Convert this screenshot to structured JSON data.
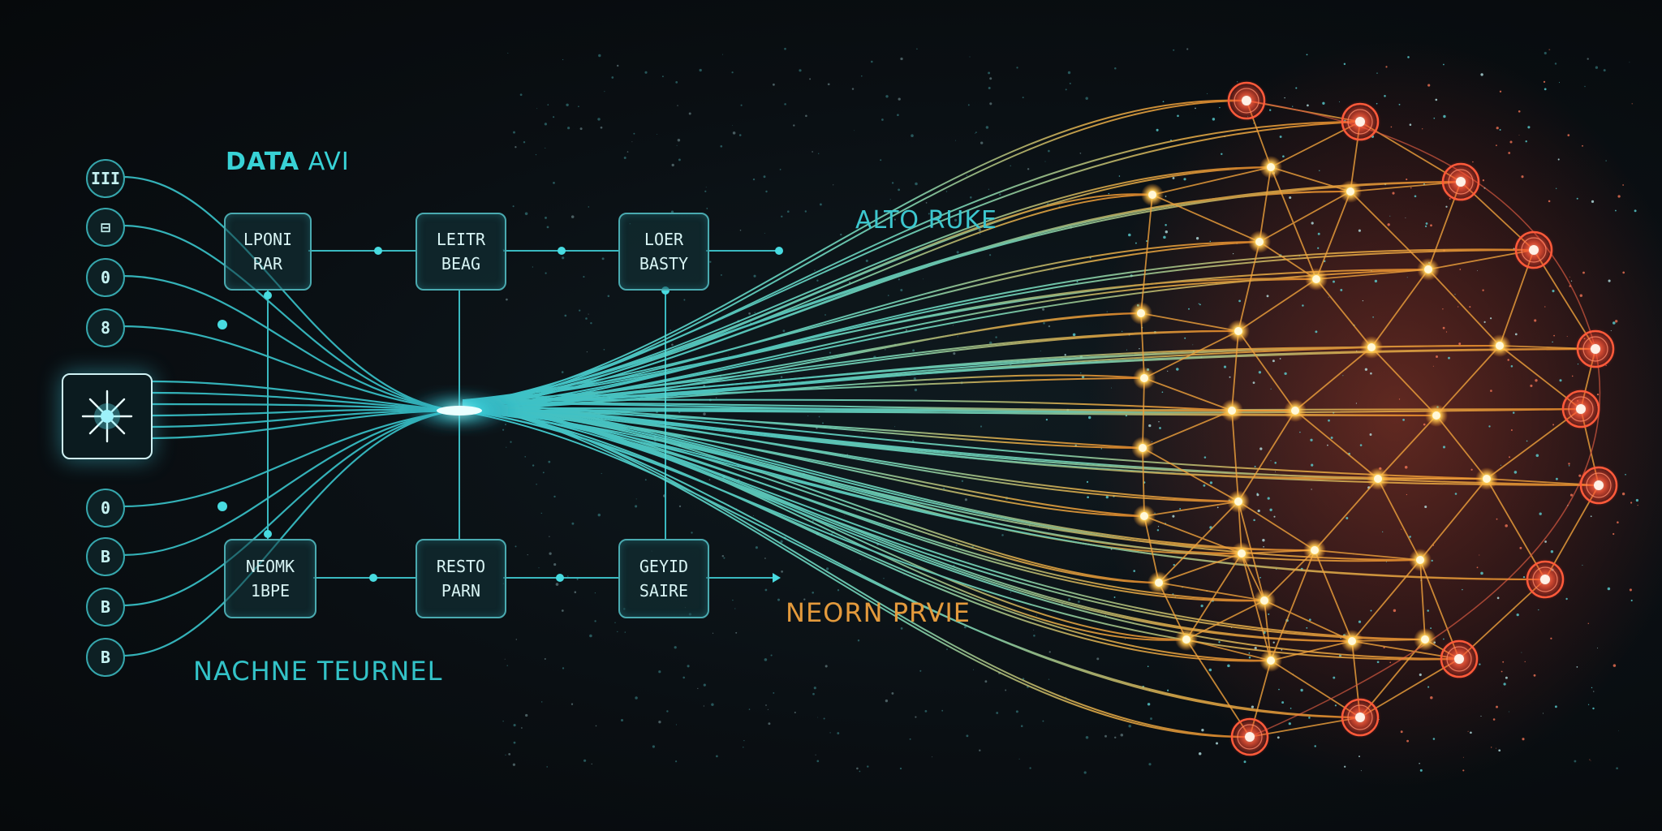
{
  "labels": {
    "data_avi_bold": "DATA",
    "data_avi_rest": " AVI",
    "alto_ruke": "ALTO RUKE",
    "nachne_teurnel": "NACHNE TEURNEL",
    "neorn_prvie": "NEORN PRVIE"
  },
  "left_icons": [
    "III",
    "⊟",
    "0",
    "8",
    "0",
    "B",
    "B",
    "B"
  ],
  "boxes": {
    "top": [
      {
        "line1": "LPONI",
        "line2": "RAR"
      },
      {
        "line1": "LEITR",
        "line2": "BEAG"
      },
      {
        "line1": "LOER",
        "line2": "BASTY"
      }
    ],
    "bottom": [
      {
        "line1": "NEOMK",
        "line2": "1BPE"
      },
      {
        "line1": "RESTO",
        "line2": "PARN"
      },
      {
        "line1": "GEYID",
        "line2": "SAIRE"
      }
    ]
  },
  "icons": {
    "source": "sparkle-icon"
  },
  "colors": {
    "background": "#0a0f13",
    "cyan": "#3fd8de",
    "orange": "#f0a23c",
    "red": "#ff4a3a",
    "node_yellow": "#ffe07a"
  }
}
